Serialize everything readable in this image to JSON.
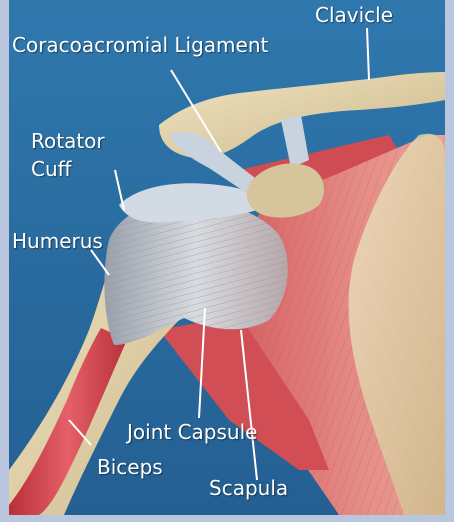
{
  "diagram": {
    "labels": {
      "clavicle": "Clavicle",
      "coracoacromial_ligament": "Coracoacromial Ligament",
      "rotator_cuff_line1": "Rotator",
      "rotator_cuff_line2": "Cuff",
      "humerus": "Humerus",
      "joint_capsule": "Joint Capsule",
      "biceps": "Biceps",
      "scapula": "Scapula"
    },
    "colors": {
      "background_blue": "#2a6fa5",
      "frame": "#b9c6dd",
      "bone": "#e2d3ad",
      "muscle": "#d9585a",
      "ligament": "#c8d2de",
      "capsule": "#b8bcc4",
      "label_text": "#ffffff"
    }
  }
}
